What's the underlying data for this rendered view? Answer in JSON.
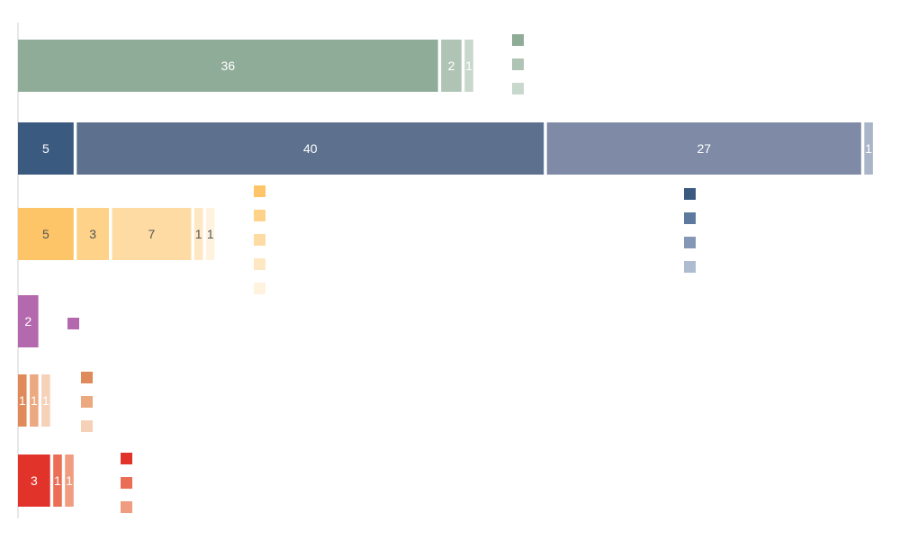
{
  "chart_data": {
    "type": "bar",
    "orientation": "horizontal",
    "stacked": true,
    "title": "",
    "xlabel": "",
    "ylabel": "",
    "grid": false,
    "xlim": [
      0,
      74
    ],
    "groups": [
      {
        "segments": [
          {
            "value": 36,
            "label": "36",
            "color": "#8fac98",
            "text_color": "#ffffff"
          },
          {
            "value": 2,
            "label": "2",
            "color": "#afc4b5",
            "text_color": "#ffffff"
          },
          {
            "value": 1,
            "label": "1",
            "color": "#c9d8cd",
            "text_color": "#ffffff"
          }
        ],
        "legend": [
          "#8fac98",
          "#afc4b5",
          "#c9d8cd"
        ]
      },
      {
        "segments": [
          {
            "value": 5,
            "label": "5",
            "color": "#3a5a80",
            "text_color": "#ffffff"
          },
          {
            "value": 40,
            "label": "40",
            "color": "#5d718f",
            "text_color": "#ffffff"
          },
          {
            "value": 27,
            "label": "27",
            "color": "#7f8ba6",
            "text_color": "#ffffff"
          },
          {
            "value": 1,
            "label": "1",
            "color": "#aab5c8",
            "text_color": "#ffffff"
          }
        ],
        "legend": [
          "#3a5a80",
          "#5d7a9e",
          "#8497b6",
          "#aebcd0"
        ]
      },
      {
        "segments": [
          {
            "value": 5,
            "label": "5",
            "color": "#fdc567",
            "text_color": "#555555"
          },
          {
            "value": 3,
            "label": "3",
            "color": "#fed289",
            "text_color": "#555555"
          },
          {
            "value": 7,
            "label": "7",
            "color": "#fedba3",
            "text_color": "#555555"
          },
          {
            "value": 1,
            "label": "1",
            "color": "#fee7c3",
            "text_color": "#555555"
          },
          {
            "value": 1,
            "label": "1",
            "color": "#fff3df",
            "text_color": "#555555"
          }
        ],
        "legend": [
          "#fdc567",
          "#fed289",
          "#fedba3",
          "#fee7c3",
          "#fff3df"
        ]
      },
      {
        "segments": [
          {
            "value": 2,
            "label": "2",
            "color": "#b469af",
            "text_color": "#ffffff"
          }
        ],
        "legend": [
          "#b469af"
        ]
      },
      {
        "segments": [
          {
            "value": 1,
            "label": "1",
            "color": "#e0895a",
            "text_color": "#ffffff"
          },
          {
            "value": 1,
            "label": "1",
            "color": "#eca97f",
            "text_color": "#ffffff"
          },
          {
            "value": 1,
            "label": "1",
            "color": "#f6d1b8",
            "text_color": "#ffffff"
          }
        ],
        "legend": [
          "#e0895a",
          "#eca97f",
          "#f6d1b8"
        ]
      },
      {
        "segments": [
          {
            "value": 3,
            "label": "3",
            "color": "#e2332b",
            "text_color": "#ffffff"
          },
          {
            "value": 1,
            "label": "1",
            "color": "#ea6d55",
            "text_color": "#ffffff"
          },
          {
            "value": 1,
            "label": "1",
            "color": "#f09c80",
            "text_color": "#ffffff"
          }
        ],
        "legend": [
          "#e2332b",
          "#ea6d55",
          "#f09c80"
        ]
      }
    ]
  }
}
